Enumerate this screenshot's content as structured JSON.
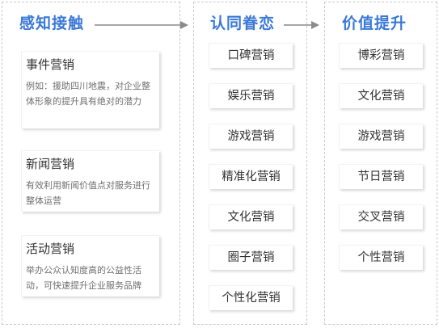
{
  "columns": [
    {
      "title": "感知接触",
      "cards": [
        {
          "title": "事件营销",
          "desc": "例如：援助四川地震，对企业整体形象的提升具有绝对的潜力"
        },
        {
          "title": "新闻营销",
          "desc": "有效利用新闻价值点对服务进行整体运营"
        },
        {
          "title": "活动营销",
          "desc": "举办公众认知度高的公益性活动，可快速提升企业服务品牌"
        }
      ]
    },
    {
      "title": "认同眷恋",
      "items": [
        "口碑营销",
        "娱乐营销",
        "游戏营销",
        "精准化营销",
        "文化营销",
        "圈子营销",
        "个性化营销"
      ]
    },
    {
      "title": "价值提升",
      "items": [
        "博彩营销",
        "文化营销",
        "游戏营销",
        "节日营销",
        "交叉营销",
        "个性营销"
      ]
    }
  ],
  "colors": {
    "accent": "#3a78d6",
    "arrow": "#8a8a8a",
    "border": "#c9c9c9"
  }
}
